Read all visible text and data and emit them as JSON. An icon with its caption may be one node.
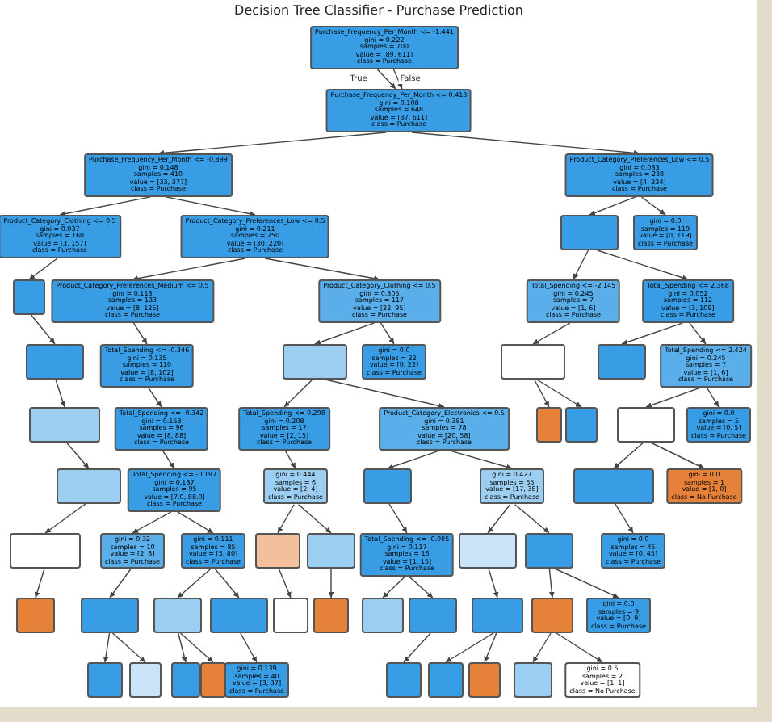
{
  "diagram": {
    "title": "Decision Tree Classifier - Purchase Prediction",
    "nodes": [
      {
        "text": [
          "Purchase_Frequency_Per_Month <= -1.441",
          "gini = 0.222",
          "samples = 700",
          "value = [89, 611]",
          "class = Purchase"
        ]
      },
      {
        "text": [
          "Purchase_Frequency_Per_Month <= 0.413",
          "gini = 0.108",
          "samples = 648",
          "value = [37, 611]",
          "class = Purchase"
        ]
      },
      {
        "text": [
          "Purchase_Frequency_Per_Month <= -0.899",
          "gini = 0.148",
          "samples = 410",
          "value = [33, 377]",
          "class = Purchase"
        ]
      },
      {
        "text": [
          "Product_Category_Preferences_Low <= 0.5",
          "gini = 0.033",
          "samples = 238",
          "value = [4, 234]",
          "class = Purchase"
        ]
      },
      {
        "text": [
          "Product_Category_Clothing <= 0.5",
          "gini = 0.037",
          "samples = 160",
          "value = [3, 157]",
          "class = Purchase"
        ]
      },
      {
        "text": [
          "Product_Category_Preferences_Low <= 0.5",
          "gini = 0.211",
          "samples = 250",
          "value = [30, 220]",
          "class = Purchase"
        ]
      },
      {
        "text": [
          "gini = 0.0",
          "samples = 119",
          "value = [0, 119]",
          "class = Purchase"
        ]
      },
      {
        "text": [
          "Product_Category_Preferences_Medium <= 0.5",
          "gini = 0.113",
          "samples = 133",
          "value = [8, 125]",
          "class = Purchase"
        ]
      },
      {
        "text": [
          "Product_Category_Clothing <= 0.5",
          "gini = 0.305",
          "samples = 117",
          "value = [22, 95]",
          "class = Purchase"
        ]
      },
      {
        "text": [
          "Total_Spending <= -2.145",
          "gini = 0.245",
          "samples = 7",
          "value = [1, 6]",
          "class = Purchase"
        ]
      },
      {
        "text": [
          "Total_Spending <= 2.368",
          "gini = 0.052",
          "samples = 112",
          "value = [3, 109]",
          "class = Purchase"
        ]
      },
      {
        "text": [
          "Total_Spending <= -0.346",
          "gini = 0.135",
          "samples = 110",
          "value = [8, 102]",
          "class = Purchase"
        ]
      },
      {
        "text": [
          "gini = 0.0",
          "samples = 22",
          "value = [0, 22]",
          "class = Purchase"
        ]
      },
      {
        "text": [
          "Total_Spending <= 2.424",
          "gini = 0.245",
          "samples = 7",
          "value = [1, 6]",
          "class = Purchase"
        ]
      },
      {
        "text": [
          "Total_Spending <= -0.342",
          "gini = 0.153",
          "samples = 96",
          "value = [8, 88]",
          "class = Purchase"
        ]
      },
      {
        "text": [
          "Total_Spending <= 0.298",
          "gini = 0.208",
          "samples = 17",
          "value = [2, 15]",
          "class = Purchase"
        ]
      },
      {
        "text": [
          "Product_Category_Electronics <= 0.5",
          "gini = 0.381",
          "samples = 78",
          "value = [20, 58]",
          "class = Purchase"
        ]
      },
      {
        "text": [
          "gini = 0.0",
          "samples = 5",
          "value = [0, 5]",
          "class = Purchase"
        ]
      },
      {
        "text": [
          "Total_Spending <= -0.197",
          "gini = 0.137",
          "samples = 95",
          "value = [7.0, 88.0]",
          "class = Purchase"
        ]
      },
      {
        "text": [
          "gini = 0.444",
          "samples = 6",
          "value = [2, 4]",
          "class = Purchase"
        ]
      },
      {
        "text": [
          "gini = 0.427",
          "samples = 55",
          "value = [17, 38]",
          "class = Purchase"
        ]
      },
      {
        "text": [
          "gini = 0.0",
          "samples = 1",
          "value = [1, 0]",
          "class = No Purchase"
        ]
      },
      {
        "text": [
          "gini = 0.32",
          "samples = 10",
          "value = [2, 8]",
          "class = Purchase"
        ]
      },
      {
        "text": [
          "gini = 0.111",
          "samples = 85",
          "value = [5, 80]",
          "class = Purchase"
        ]
      },
      {
        "text": [
          "Total_Spending <= -0.005",
          "gini = 0.117",
          "samples = 16",
          "value = [1, 15]",
          "class = Purchase"
        ]
      },
      {
        "text": [
          "gini = 0.0",
          "samples = 45",
          "value = [0, 45]",
          "class = Purchase"
        ]
      },
      {
        "text": [
          "gini = 0.0",
          "samples = 9",
          "value = [0, 9]",
          "class = Purchase"
        ]
      },
      {
        "text": [
          "gini = 0.139",
          "samples = 40",
          "value = [3, 37]",
          "class = Purchase"
        ]
      },
      {
        "text": [
          "gini = 0.5",
          "samples = 2",
          "value = [1, 1]",
          "class = No Purchase"
        ]
      },
      {
        "text": [],
        "shape": "box"
      },
      {
        "text": [],
        "shape": "box"
      },
      {
        "text": [],
        "shape": "box"
      },
      {
        "text": [],
        "shape": "box"
      },
      {
        "text": [],
        "shape": "box"
      },
      {
        "text": [],
        "shape": "box"
      },
      {
        "text": [],
        "shape": "box"
      },
      {
        "text": [],
        "shape": "box"
      },
      {
        "text": [],
        "shape": "box"
      },
      {
        "text": [],
        "shape": "box"
      },
      {
        "text": [],
        "shape": "box"
      },
      {
        "text": [],
        "shape": "box"
      },
      {
        "text": [],
        "shape": "box"
      },
      {
        "text": [],
        "shape": "box"
      },
      {
        "text": [],
        "shape": "box"
      },
      {
        "text": [],
        "shape": "box"
      },
      {
        "text": [],
        "shape": "box"
      },
      {
        "text": [],
        "shape": "box"
      },
      {
        "text": [],
        "shape": "box"
      },
      {
        "text": [],
        "shape": "box"
      },
      {
        "text": [],
        "shape": "box"
      },
      {
        "text": [],
        "shape": "box"
      },
      {
        "text": [],
        "shape": "box"
      },
      {
        "text": [],
        "shape": "box"
      },
      {
        "text": [],
        "shape": "box"
      },
      {
        "text": [],
        "shape": "box"
      },
      {
        "text": [],
        "shape": "box"
      },
      {
        "text": [],
        "shape": "box"
      },
      {
        "text": [],
        "shape": "box"
      },
      {
        "text": [],
        "shape": "box"
      },
      {
        "text": [],
        "shape": "box"
      },
      {
        "text": [],
        "shape": "box"
      },
      {
        "text": [],
        "shape": "box"
      },
      {
        "text": [],
        "shape": "box"
      },
      {
        "text": [],
        "shape": "box"
      },
      {
        "text": [],
        "shape": "box"
      }
    ],
    "edges": [
      {
        "from": 0,
        "to": 1,
        "arrow": "to",
        "label": "True"
      },
      {
        "from": 0,
        "to": 1,
        "arrow": "to",
        "label": "False"
      },
      {
        "from": 1,
        "to": 2,
        "arrow": "to"
      },
      {
        "from": 1,
        "to": 3,
        "arrow": "to"
      },
      {
        "from": 2,
        "to": 4,
        "arrow": "to"
      },
      {
        "from": 2,
        "to": 5,
        "arrow": "to"
      },
      {
        "from": 3,
        "to": 29,
        "arrow": "to"
      },
      {
        "from": 3,
        "to": 6,
        "arrow": "to"
      },
      {
        "from": 4,
        "to": 30,
        "arrow": "to"
      },
      {
        "from": 30,
        "to": 31,
        "arrow": "to"
      },
      {
        "from": 5,
        "to": 7,
        "arrow": "to"
      },
      {
        "from": 5,
        "to": 8,
        "arrow": "to"
      },
      {
        "from": 29,
        "to": 9,
        "arrow": "to"
      },
      {
        "from": 29,
        "to": 10,
        "arrow": "to"
      },
      {
        "from": 7,
        "to": 11,
        "arrow": "to"
      },
      {
        "from": 8,
        "to": 32,
        "arrow": "to"
      },
      {
        "from": 8,
        "to": 12,
        "arrow": "to"
      },
      {
        "from": 9,
        "to": 33,
        "arrow": "to"
      },
      {
        "from": 10,
        "to": 34,
        "arrow": "to"
      },
      {
        "from": 10,
        "to": 13,
        "arrow": "to"
      },
      {
        "from": 31,
        "to": 35,
        "arrow": "to"
      },
      {
        "from": 11,
        "to": 14,
        "arrow": "to"
      },
      {
        "from": 32,
        "to": 15,
        "arrow": "to"
      },
      {
        "from": 32,
        "to": 16,
        "arrow": "to"
      },
      {
        "from": 33,
        "to": 36,
        "arrow": "to"
      },
      {
        "from": 33,
        "to": 37,
        "arrow": "to"
      },
      {
        "from": 13,
        "to": 38,
        "arrow": "to"
      },
      {
        "from": 13,
        "to": 17,
        "arrow": "to"
      },
      {
        "from": 35,
        "to": 39,
        "arrow": "to"
      },
      {
        "from": 14,
        "to": 18,
        "arrow": "to"
      },
      {
        "from": 15,
        "to": 19,
        "arrow": "to"
      },
      {
        "from": 16,
        "to": 40,
        "arrow": "to"
      },
      {
        "from": 16,
        "to": 20,
        "arrow": "to"
      },
      {
        "from": 38,
        "to": 21,
        "arrow": "to"
      },
      {
        "from": 38,
        "to": 41,
        "arrow": "to"
      },
      {
        "from": 39,
        "to": 42,
        "arrow": "to"
      },
      {
        "from": 18,
        "to": 22,
        "arrow": "to"
      },
      {
        "from": 18,
        "to": 23,
        "arrow": "to"
      },
      {
        "from": 19,
        "to": 43,
        "arrow": "to"
      },
      {
        "from": 19,
        "to": 44,
        "arrow": "to"
      },
      {
        "from": 40,
        "to": 24,
        "arrow": "to"
      },
      {
        "from": 20,
        "to": 45,
        "arrow": "to"
      },
      {
        "from": 20,
        "to": 46,
        "arrow": "to"
      },
      {
        "from": 41,
        "to": 25,
        "arrow": "to"
      },
      {
        "from": 42,
        "to": 47,
        "arrow": "to"
      },
      {
        "from": 22,
        "to": 48,
        "arrow": "to"
      },
      {
        "from": 23,
        "to": 49,
        "arrow": "to"
      },
      {
        "from": 23,
        "to": 50,
        "arrow": "to"
      },
      {
        "from": 43,
        "to": 51,
        "arrow": "to"
      },
      {
        "from": 44,
        "to": 52,
        "arrow": "to"
      },
      {
        "from": 24,
        "to": 53,
        "arrow": "to"
      },
      {
        "from": 24,
        "to": 54,
        "arrow": "to"
      },
      {
        "from": 45,
        "to": 55,
        "arrow": "to"
      },
      {
        "from": 46,
        "to": 56,
        "arrow": "to"
      },
      {
        "from": 46,
        "to": 26,
        "arrow": "to"
      },
      {
        "from": 48,
        "to": 57,
        "arrow": "to"
      },
      {
        "from": 48,
        "to": 58,
        "arrow": "to"
      },
      {
        "from": 49,
        "to": 59,
        "arrow": "to"
      },
      {
        "from": 49,
        "to": 60,
        "arrow": "to"
      },
      {
        "from": 50,
        "to": 27,
        "arrow": "to"
      },
      {
        "from": 54,
        "to": 61,
        "arrow": "to"
      },
      {
        "from": 55,
        "to": 62,
        "arrow": "to"
      },
      {
        "from": 55,
        "to": 63,
        "arrow": "to"
      },
      {
        "from": 56,
        "to": 64,
        "arrow": "to"
      },
      {
        "from": 56,
        "to": 28,
        "arrow": "to"
      }
    ]
  }
}
